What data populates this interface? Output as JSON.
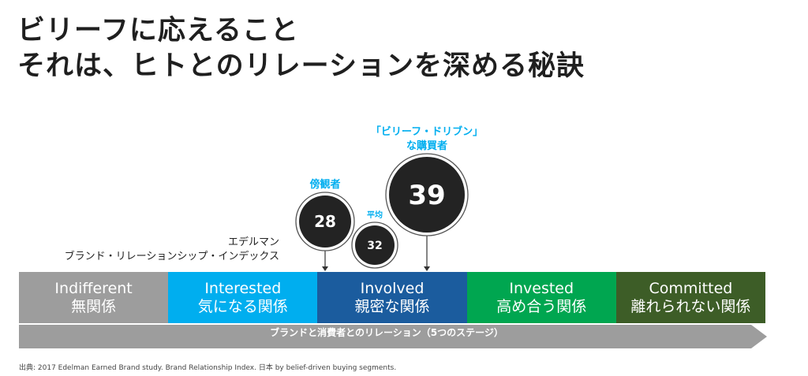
{
  "title": {
    "line1": "ビリーフに応えること",
    "line2": "それは、ヒトとのリレーションを深める秘訣"
  },
  "index_label": {
    "line1": "エデルマン",
    "line2": "ブランド・リレーションシップ・インデックス"
  },
  "stages": [
    {
      "en": "Indifferent",
      "ja": "無関係",
      "color": "#9d9d9d"
    },
    {
      "en": "Interested",
      "ja": "気になる関係",
      "color": "#00aeef"
    },
    {
      "en": "Involved",
      "ja": "親密な関係",
      "color": "#1b5c9e"
    },
    {
      "en": "Invested",
      "ja": "高め合う関係",
      "color": "#00a650"
    },
    {
      "en": "Committed",
      "ja": "離れられない関係",
      "color": "#3d5d27"
    }
  ],
  "arrow_label": "ブランドと消費者とのリレーション（5つのステージ）",
  "arrow_color": "#9d9d9d",
  "label_color": "#00aeef",
  "circle_color": "#232323",
  "chart_data": {
    "type": "scatter",
    "points": [
      {
        "label_lines": [
          "傍観者"
        ],
        "value": 28
      },
      {
        "label_lines": [
          "平均"
        ],
        "value": 32
      },
      {
        "label_lines": [
          "「ビリーフ・ドリブン」",
          "な購買者"
        ],
        "value": 39
      }
    ]
  },
  "source": "出典: 2017 Edelman Earned Brand study. Brand Relationship Index. 日本 by belief-driven buying segments."
}
